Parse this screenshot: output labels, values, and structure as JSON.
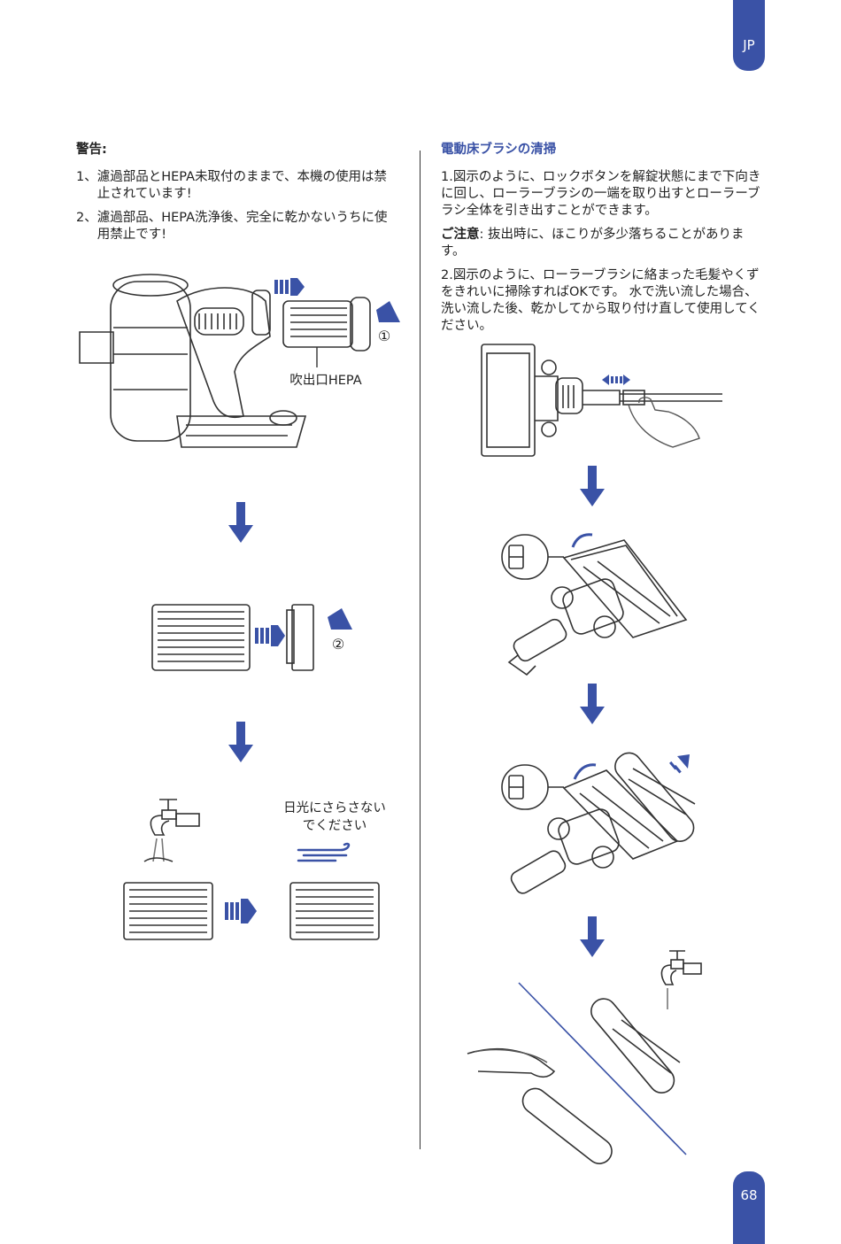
{
  "page": {
    "lang_tab": "JP",
    "page_number": "68"
  },
  "left": {
    "heading": "警告:",
    "warnings": [
      {
        "num": "1、",
        "text": "濾過部品とHEPA未取付のままで、本機の使用は禁止されています!"
      },
      {
        "num": "2、",
        "text": "濾過部品、HEPA洗浄後、完全に乾かないうちに使用禁止です!"
      }
    ],
    "fig_labels": {
      "step1": "①",
      "step2": "②",
      "hepa": "吹出口HEPA",
      "dry_note": "日光にさらさないでください"
    }
  },
  "right": {
    "heading": "電動床ブラシの清掃",
    "para1": "1.図示のように、ロックボタンを解錠状態にまで下向きに回し、ローラーブラシの一端を取り出すとローラーブラシ全体を引き出すことができます。",
    "note_label": "ご注意",
    "note_text": ":  抜出時に、ほこりが多少落ちることがあります。",
    "para2": "2.図示のように、ローラーブラシに絡まった毛髪やくずをきれいに掃除すればOKです。 水で洗い流した場合、洗い流した後、乾かしてから取り付け直して使用してください。"
  },
  "colors": {
    "accent": "#3a52a6",
    "line": "#333333"
  }
}
